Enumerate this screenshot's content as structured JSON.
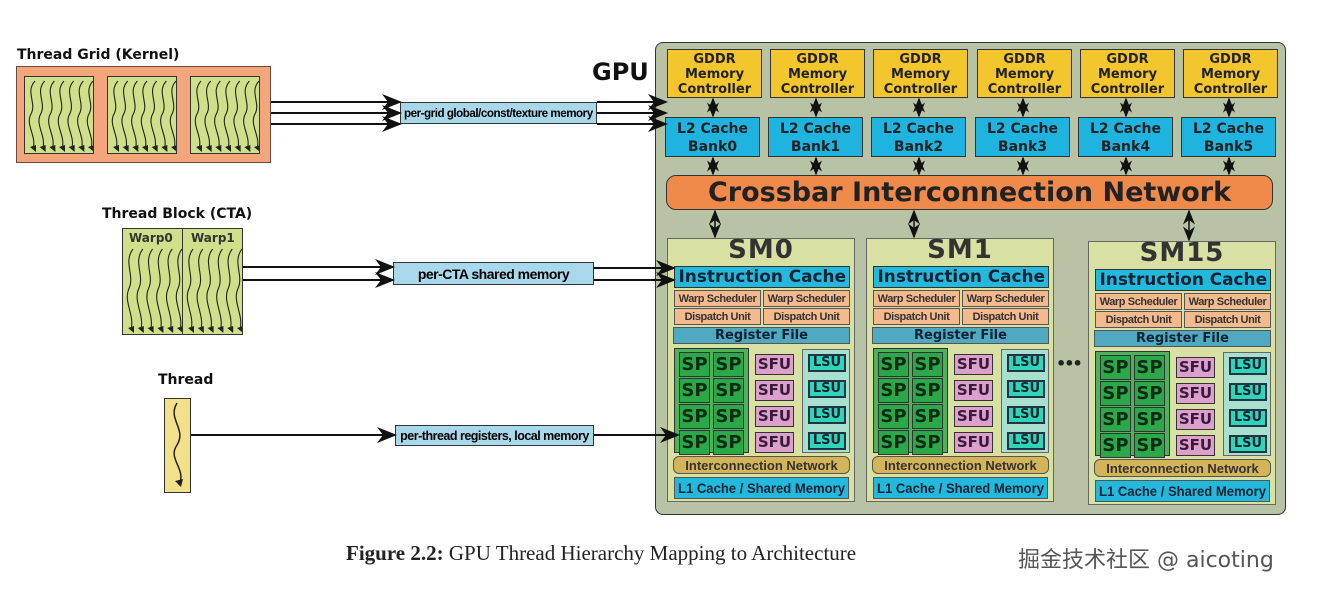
{
  "thread_grid": {
    "label": "Thread Grid (Kernel)",
    "blocks": 3
  },
  "thread_block": {
    "label": "Thread Block (CTA)",
    "warps": [
      "Warp0",
      "Warp1"
    ]
  },
  "thread": {
    "label": "Thread"
  },
  "memories": {
    "grid": "per-grid global/const/texture memory",
    "cta": "per-CTA shared memory",
    "thread": "per-thread registers, local memory"
  },
  "gpu": {
    "label": "GPU",
    "memory_controllers": [
      {
        "l1": "GDDR",
        "l2": "Memory",
        "l3": "Controller"
      },
      {
        "l1": "GDDR",
        "l2": "Memory",
        "l3": "Controller"
      },
      {
        "l1": "GDDR",
        "l2": "Memory",
        "l3": "Controller"
      },
      {
        "l1": "GDDR",
        "l2": "Memory",
        "l3": "Controller"
      },
      {
        "l1": "GDDR",
        "l2": "Memory",
        "l3": "Controller"
      },
      {
        "l1": "GDDR",
        "l2": "Memory",
        "l3": "Controller"
      }
    ],
    "l2_banks": [
      {
        "l1": "L2 Cache",
        "l2": "Bank0"
      },
      {
        "l1": "L2 Cache",
        "l2": "Bank1"
      },
      {
        "l1": "L2 Cache",
        "l2": "Bank2"
      },
      {
        "l1": "L2 Cache",
        "l2": "Bank3"
      },
      {
        "l1": "L2 Cache",
        "l2": "Bank4"
      },
      {
        "l1": "L2 Cache",
        "l2": "Bank5"
      }
    ],
    "crossbar": "Crossbar Interconnection Network",
    "ellipsis": "•••",
    "sms": [
      {
        "name": "SM0"
      },
      {
        "name": "SM1"
      },
      {
        "name": "SM15"
      }
    ],
    "sm_parts": {
      "instruction_cache": "Instruction Cache",
      "warp_scheduler": "Warp Scheduler",
      "dispatch_unit": "Dispatch Unit",
      "register_file": "Register File",
      "sp": "SP",
      "sfu": "SFU",
      "lsu": "LSU",
      "interconnect": "Interconnection Network",
      "l1": "L1 Cache / Shared Memory"
    }
  },
  "caption": {
    "label": "Figure 2.2:",
    "text": "GPU Thread Hierarchy Mapping to Architecture"
  },
  "watermark": "掘金技术社区 @ aicoting",
  "colors": {
    "grid": "#f3a57c",
    "block": "#cfdf8a",
    "memory_label": "#a8d8ea",
    "gpu": "#b8c3a5",
    "gddr": "#f2c62c",
    "l2": "#1fb4e0",
    "crossbar": "#f08a4b",
    "sp": "#2aa84a",
    "sfu": "#dca0cc",
    "lsu": "#30d4b8"
  }
}
